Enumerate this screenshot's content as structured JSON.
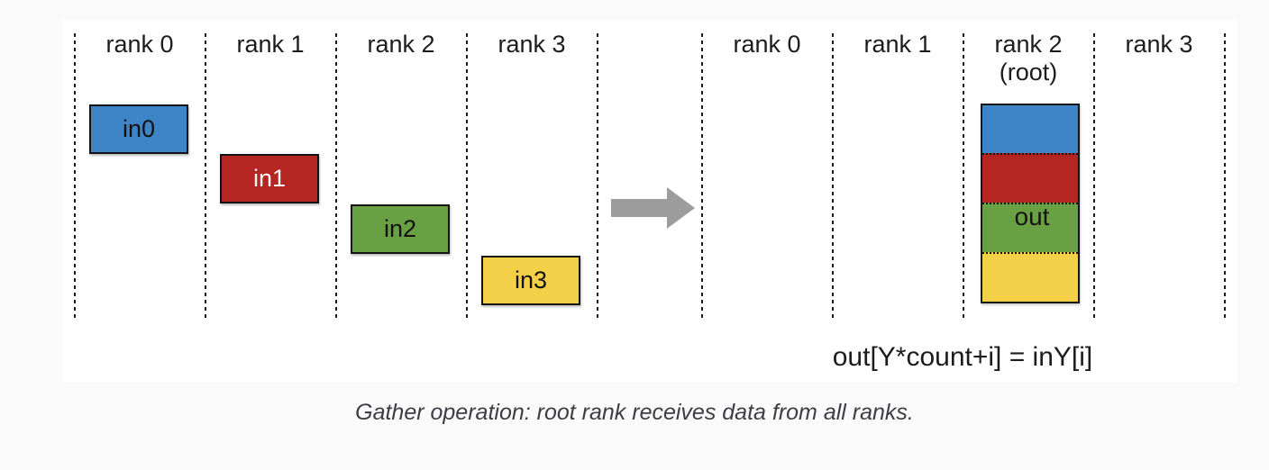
{
  "diagram": {
    "left_group": {
      "columns": [
        {
          "label": "rank 0",
          "box": {
            "label": "in0",
            "color": "#3d85c6",
            "text_color": "#111111"
          }
        },
        {
          "label": "rank 1",
          "box": {
            "label": "in1",
            "color": "#b52521",
            "text_color": "#ffffff"
          }
        },
        {
          "label": "rank 2",
          "box": {
            "label": "in2",
            "color": "#6aa044",
            "text_color": "#111111"
          }
        },
        {
          "label": "rank 3",
          "box": {
            "label": "in3",
            "color": "#f4d049",
            "text_color": "#111111"
          }
        }
      ]
    },
    "right_group": {
      "columns": [
        {
          "label": "rank 0"
        },
        {
          "label": "rank 1"
        },
        {
          "label": "rank 2\n(root)"
        },
        {
          "label": "rank 3"
        }
      ],
      "stack": {
        "label": "out",
        "segments": [
          {
            "name": "from-rank-0",
            "color": "#3d85c6"
          },
          {
            "name": "from-rank-1",
            "color": "#b52521"
          },
          {
            "name": "from-rank-2",
            "color": "#6aa044"
          },
          {
            "name": "from-rank-3",
            "color": "#f4d049"
          }
        ]
      }
    },
    "arrow_color": "#9c9c9c",
    "formula": "out[Y*count+i] = inY[i]",
    "caption": "Gather operation: root rank receives data from all ranks."
  }
}
